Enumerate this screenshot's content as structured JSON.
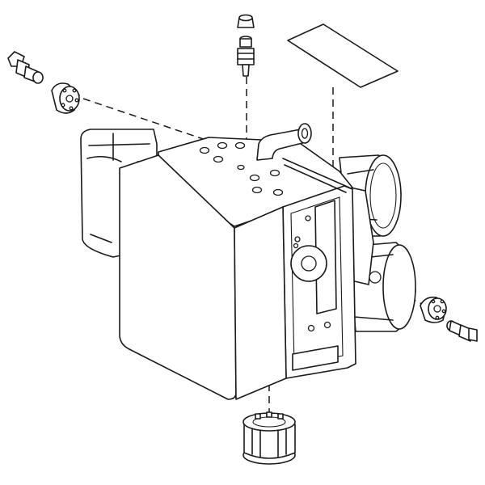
{
  "diagram": {
    "parts": [
      "abs-actuator-assembly",
      "bleeder-cap",
      "bleeder-plug",
      "caution-label",
      "bolt-left",
      "cushion-left",
      "cushion-right",
      "bolt-right",
      "bottom-cushion"
    ]
  }
}
